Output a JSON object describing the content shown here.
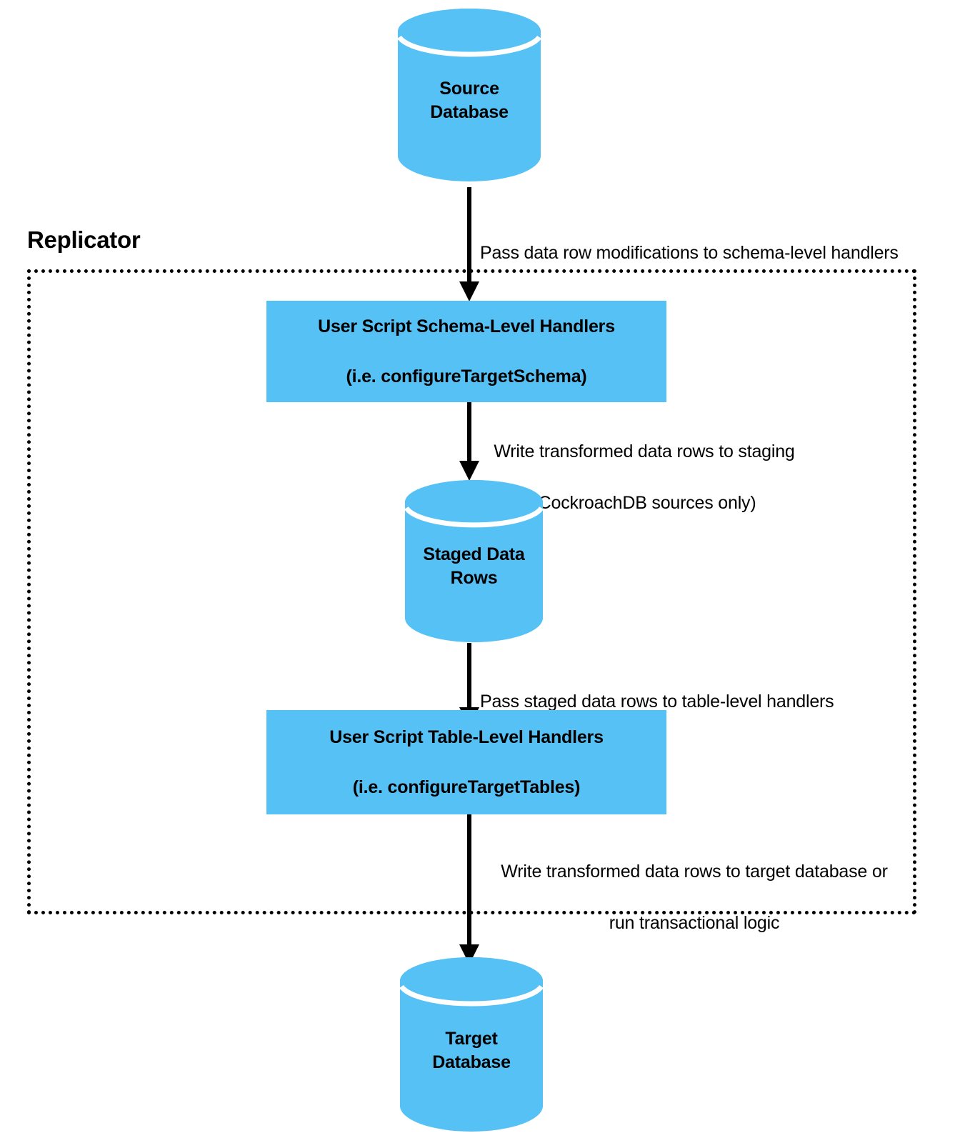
{
  "diagram": {
    "title": "Replicator",
    "accent_color": "#55c1f5",
    "line_color": "#000000",
    "background": "#ffffff",
    "boundary": {
      "label": "Replicator",
      "style": "dotted"
    },
    "nodes": [
      {
        "id": "source-database",
        "type": "cylinder",
        "label": "Source\nDatabase",
        "line1": "Source",
        "line2": "Database",
        "inside_boundary": false
      },
      {
        "id": "schema-level-handlers",
        "type": "process",
        "label": "User Script Schema-Level Handlers\n(i.e. configureTargetSchema)",
        "line1": "User Script Schema-Level Handlers",
        "line2": "(i.e. configureTargetSchema)",
        "inside_boundary": true
      },
      {
        "id": "staged-data-rows",
        "type": "cylinder",
        "label": "Staged Data\nRows",
        "line1": "Staged Data",
        "line2": "Rows",
        "inside_boundary": true
      },
      {
        "id": "table-level-handlers",
        "type": "process",
        "label": "User Script Table-Level Handlers\n(i.e. configureTargetTables)",
        "line1": "User Script Table-Level Handlers",
        "line2": "(i.e. configureTargetTables)",
        "inside_boundary": true
      },
      {
        "id": "target-database",
        "type": "cylinder",
        "label": "Target\nDatabase",
        "line1": "Target",
        "line2": "Database",
        "inside_boundary": false
      }
    ],
    "edges": [
      {
        "id": "edge-source-to-schema-handlers",
        "from": "source-database",
        "to": "schema-level-handlers",
        "label": "Pass data row modifications to schema-level handlers",
        "line1": "Pass data row modifications to schema-level handlers",
        "line2": ""
      },
      {
        "id": "edge-schema-handlers-to-staging",
        "from": "schema-level-handlers",
        "to": "staged-data-rows",
        "label": "Write transformed data rows to staging\n(CockroachDB sources only)",
        "line1": "Write transformed data rows to staging",
        "line2": "(CockroachDB sources only)"
      },
      {
        "id": "edge-staging-to-table-handlers",
        "from": "staged-data-rows",
        "to": "table-level-handlers",
        "label": "Pass staged data rows to table-level handlers",
        "line1": "Pass staged data rows to table-level handlers",
        "line2": ""
      },
      {
        "id": "edge-table-handlers-to-target",
        "from": "table-level-handlers",
        "to": "target-database",
        "label": "Write transformed data rows to target database or\nrun transactional logic",
        "line1": "Write transformed data rows to target database or",
        "line2": "run transactional logic"
      }
    ]
  }
}
